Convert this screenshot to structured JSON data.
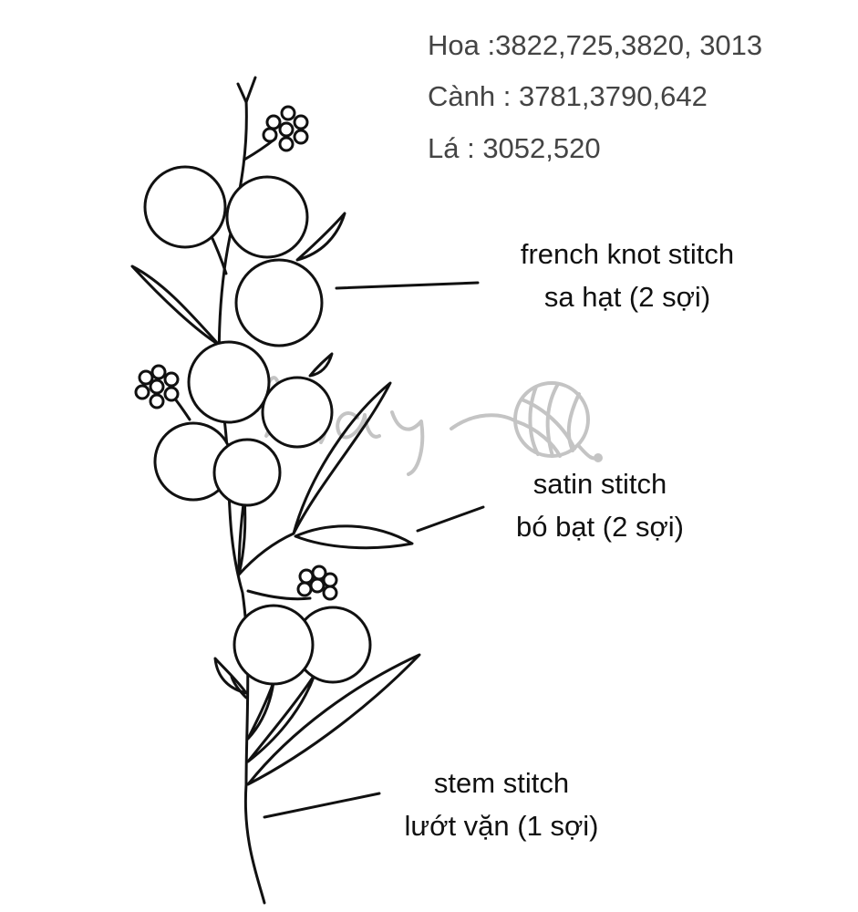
{
  "threads": {
    "hoa": "Hoa :3822,725,3820, 3013",
    "canh": "Cành : 3781,3790,642",
    "la": "Lá : 3052,520"
  },
  "labels": {
    "french_knot": {
      "line1": "french knot stitch",
      "line2": "sa hạt (2 sợi)"
    },
    "satin": {
      "line1": "satin stitch",
      "line2": "bó bạt (2 sợi)"
    },
    "stem": {
      "line1": "stem stitch",
      "line2": "lướt vặn (1 sợi)"
    }
  },
  "watermark": {
    "text": "May",
    "icon": "yarn-ball-icon"
  },
  "colors": {
    "ink": "#111111",
    "thread_text": "#444444",
    "watermark": "#c4c4c4"
  }
}
